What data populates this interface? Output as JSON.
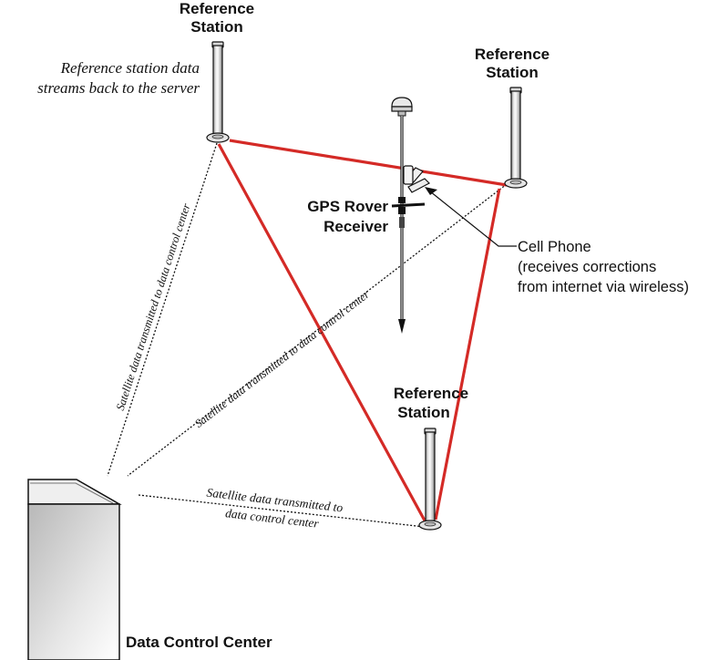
{
  "stations": {
    "left": {
      "line1": "Reference",
      "line2": "Station"
    },
    "right": {
      "line1": "Reference",
      "line2": "Station"
    },
    "bottom": {
      "line1": "Reference",
      "line2": "Station"
    }
  },
  "note_top_left": {
    "line1": "Reference station data",
    "line2": "streams back to the server"
  },
  "rover": {
    "line1": "GPS Rover",
    "line2": "Receiver"
  },
  "cell_phone": {
    "line1": "Cell Phone",
    "line2": "(receives corrections",
    "line3": "from internet via wireless)"
  },
  "links": {
    "left_vertical": "Satellite data transmitted to data control center",
    "diagonal": "Satellite data transmitted to data control center",
    "bottom_line1": "Satellite data transmitted to",
    "bottom_line2": "data control center"
  },
  "data_center": {
    "label": "Data Control Center"
  },
  "colors": {
    "network": "#d42a26",
    "text": "#111111"
  },
  "icons": [
    "reference-antenna-icon",
    "rover-pole-icon",
    "cell-phone-icon",
    "building-icon"
  ]
}
